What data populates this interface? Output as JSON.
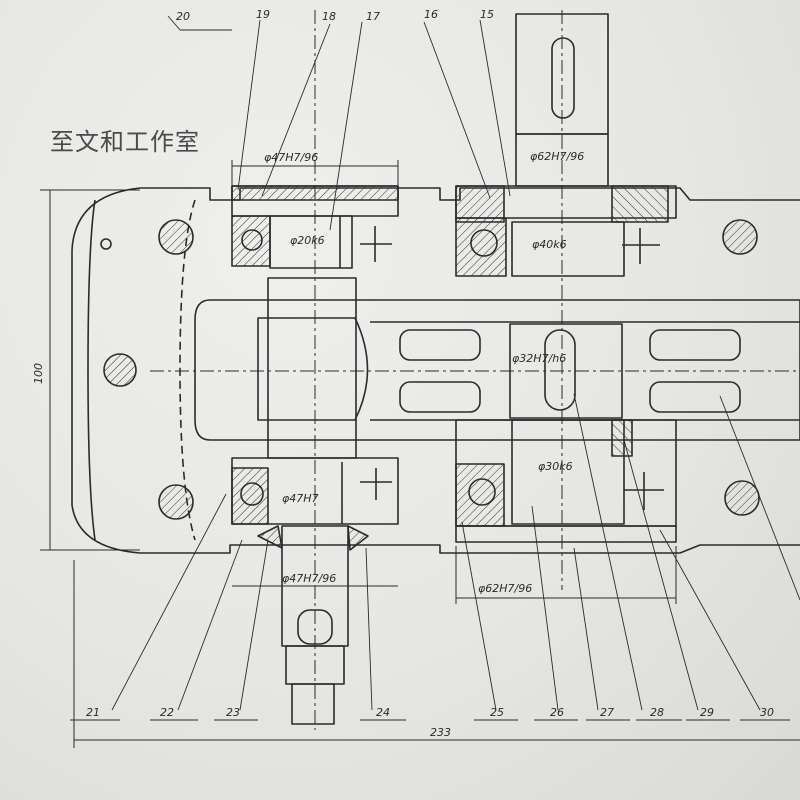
{
  "watermark": "至文和工作室",
  "part_numbers": [
    "15",
    "16",
    "17",
    "18",
    "19",
    "20",
    "21",
    "22",
    "23",
    "24",
    "25",
    "26",
    "27",
    "28",
    "29",
    "30"
  ],
  "dimensions": {
    "d1": "φ47H7/96",
    "d2": "φ62H7/96",
    "d3": "φ20k6",
    "d4": "φ40k6",
    "d5": "φ32H7/h6",
    "d6": "φ30k6",
    "d7": "φ47H7",
    "d8": "φ47H7/96",
    "d9": "φ62H7/96",
    "height": "100",
    "width": "233"
  },
  "colors": {
    "ink": "#2b2b2b",
    "paper": "#e9e9e7",
    "hatch": "#3a3a3a"
  }
}
